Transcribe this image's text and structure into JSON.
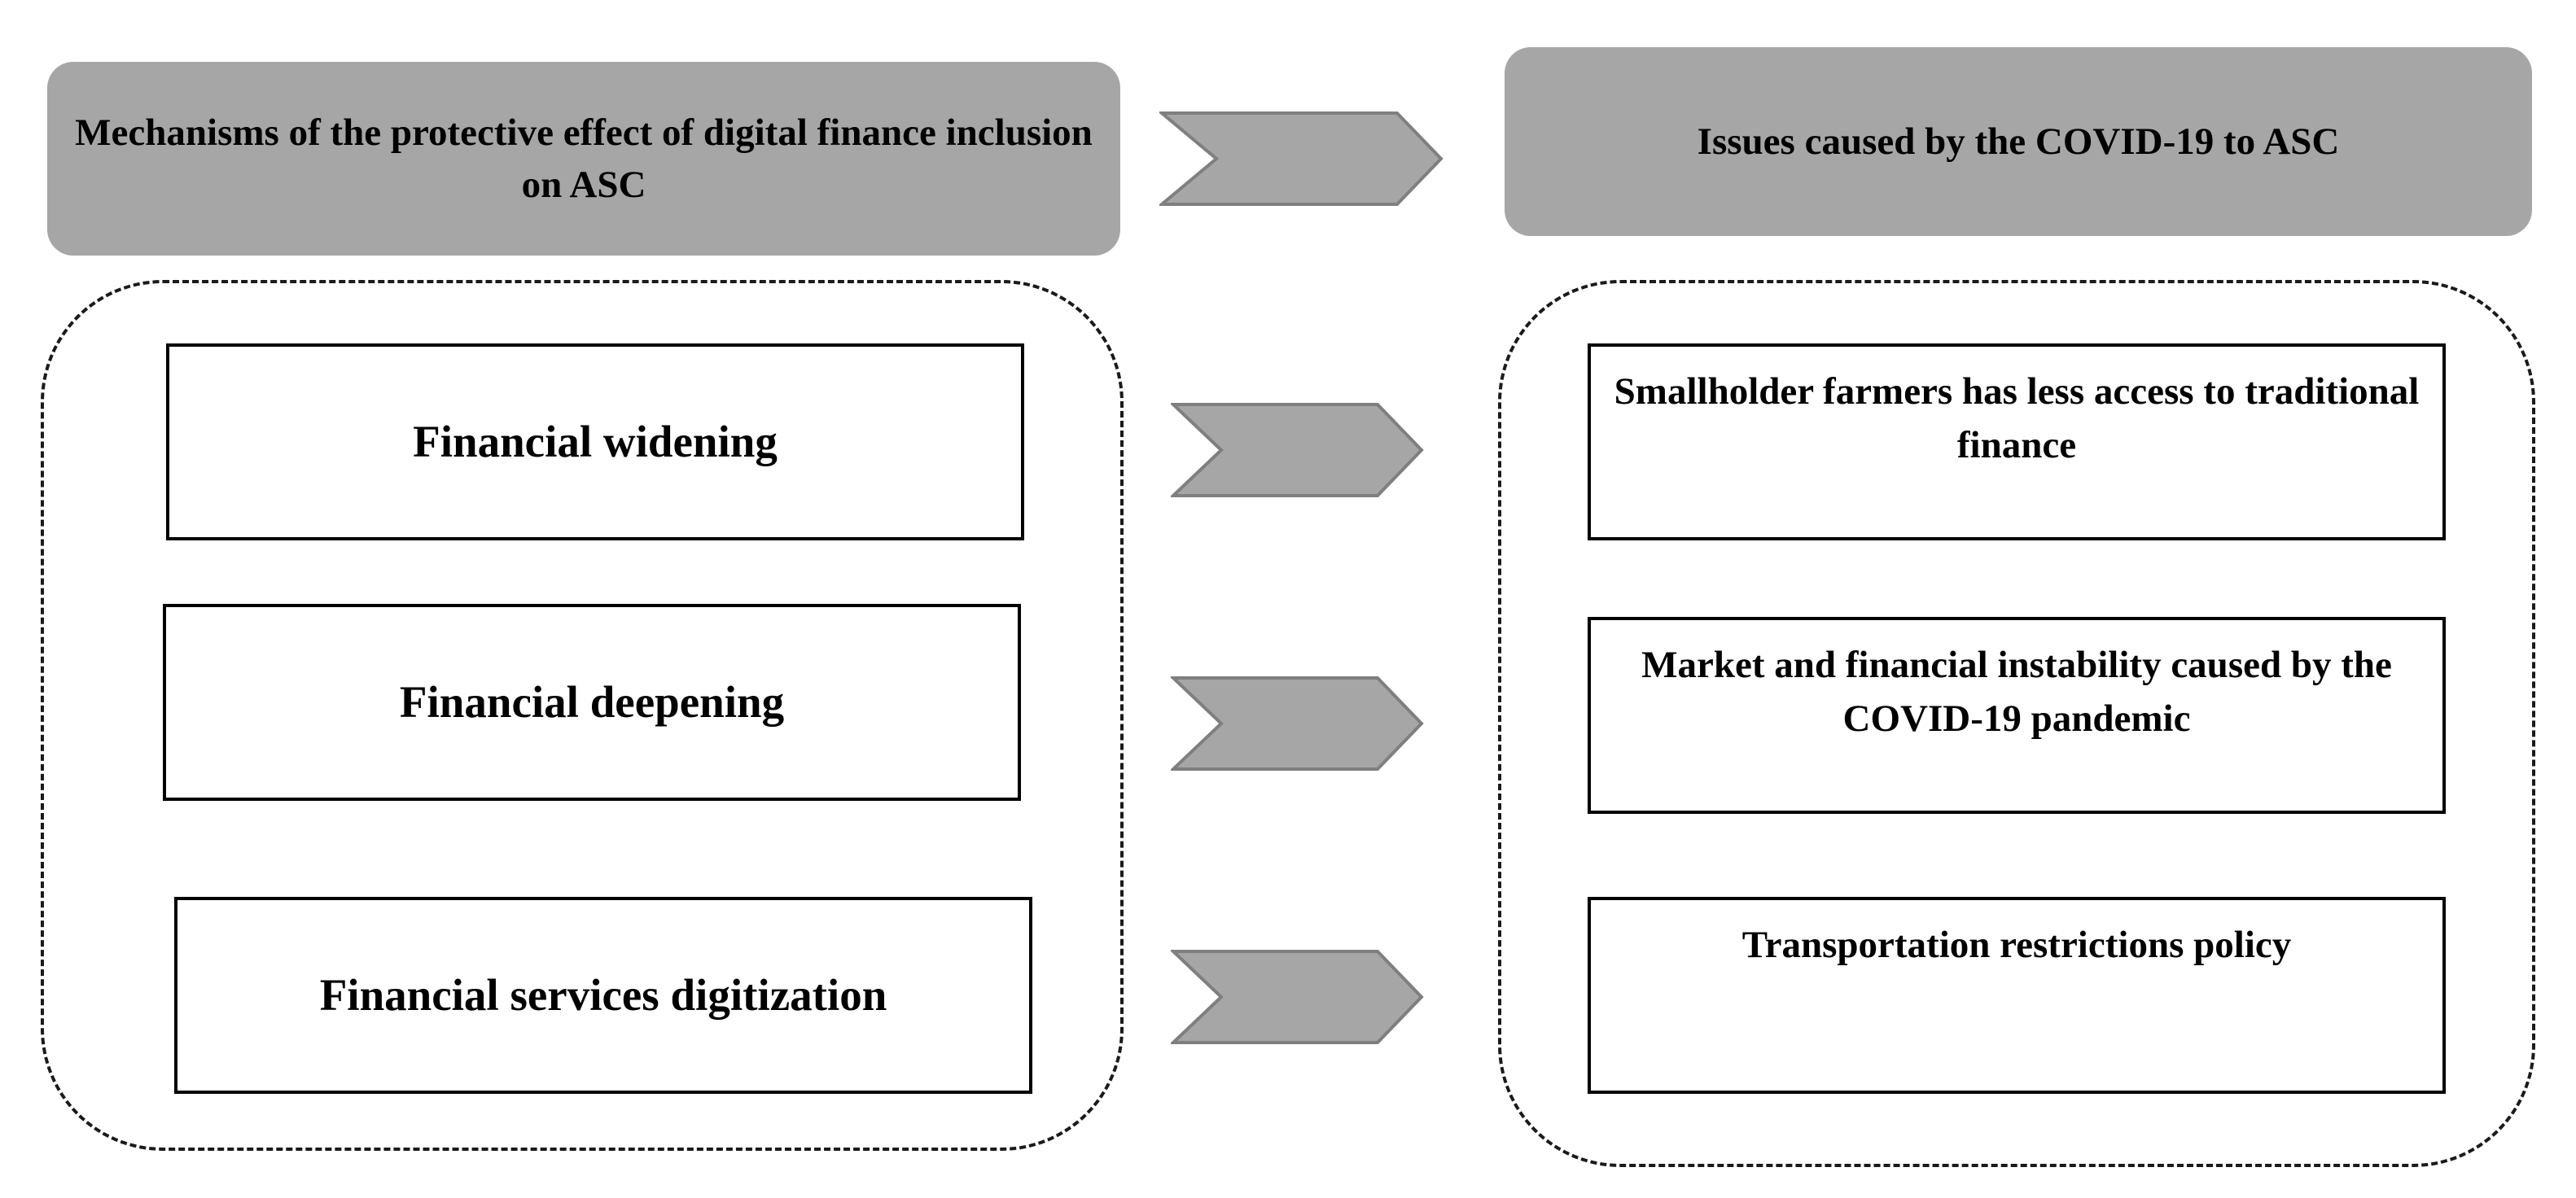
{
  "colors": {
    "header_fill": "#a6a6a6",
    "arrow_fill": "#a6a6a6",
    "arrow_stroke": "#7f7f7f",
    "box_border": "#000000",
    "dashed_border": "#1a1a1a"
  },
  "left_column": {
    "header": "Mechanisms of the protective effect of digital finance inclusion on ASC",
    "items": [
      "Financial widening",
      "Financial deepening",
      "Financial services digitization"
    ]
  },
  "right_column": {
    "header": "Issues caused by the COVID-19 to ASC",
    "items": [
      "Smallholder farmers has less access to traditional finance",
      "Market and financial instability caused by the COVID-19 pandemic",
      "Transportation restrictions policy"
    ]
  },
  "arrows": {
    "icon": "chevron-arrow-right",
    "count": 4
  }
}
